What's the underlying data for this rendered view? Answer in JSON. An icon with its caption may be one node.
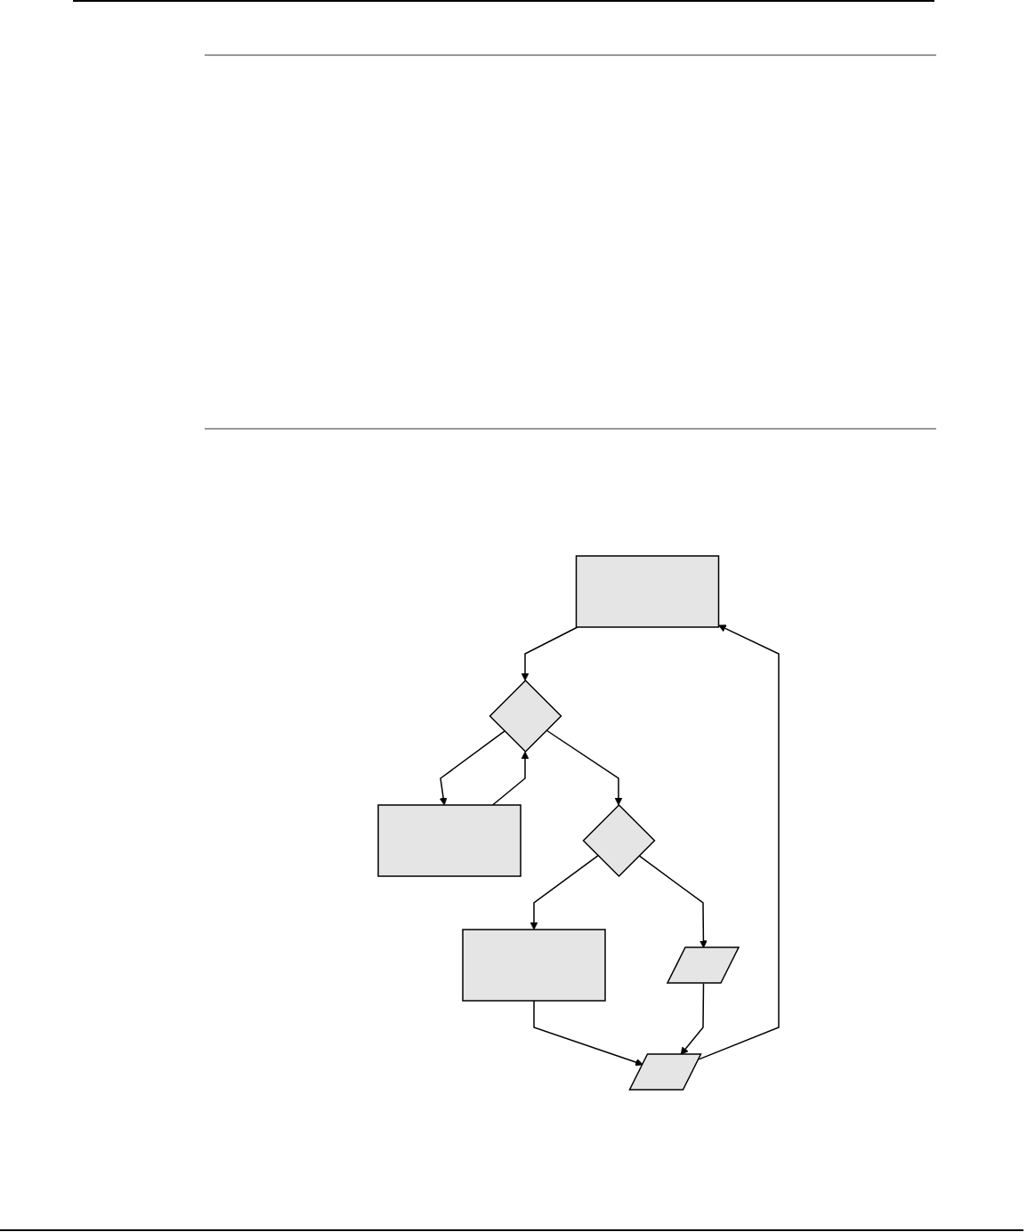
{
  "diagram": {
    "nodes": [
      {
        "text": [],
        "shape": "box"
      },
      {
        "text": [],
        "shape": "diamond"
      },
      {
        "text": [],
        "shape": "box"
      },
      {
        "text": [],
        "shape": "box"
      },
      {
        "text": [],
        "shape": "diamond"
      },
      {
        "text": [],
        "shape": "parallelogram"
      },
      {
        "text": [],
        "shape": "parallelogram"
      }
    ],
    "edges": [
      {
        "from": 0,
        "to": 1,
        "arrow": "to"
      },
      {
        "from": 1,
        "to": 2,
        "arrow": "to"
      },
      {
        "from": 2,
        "to": 1,
        "arrow": "to"
      },
      {
        "from": 1,
        "to": 4,
        "arrow": "to"
      },
      {
        "from": 4,
        "to": 3,
        "arrow": "to"
      },
      {
        "from": 4,
        "to": 5,
        "arrow": "to"
      },
      {
        "from": 3,
        "to": 6,
        "arrow": "to"
      },
      {
        "from": 5,
        "to": 6,
        "arrow": "to"
      },
      {
        "from": 6,
        "to": 0,
        "arrow": "to"
      }
    ]
  }
}
